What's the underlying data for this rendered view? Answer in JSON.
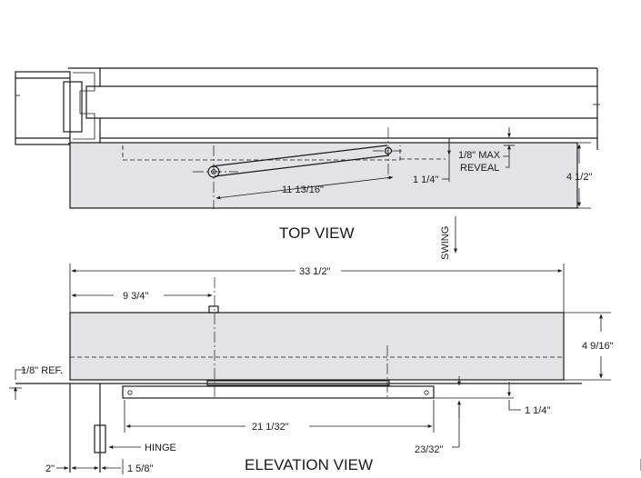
{
  "top_view": {
    "title": "TOP VIEW",
    "dims": {
      "reveal_line1": "1/8\" MAX",
      "reveal_line2": "REVEAL",
      "arm_length": "11 13/16\"",
      "height_offset": "1 1/4\"",
      "depth": "4 1/2\""
    }
  },
  "swing_label": "SWING",
  "elevation_view": {
    "title": "ELEVATION VIEW",
    "dims": {
      "overall_length": "33 1/2\"",
      "spindle_offset": "9 3/4\"",
      "height": "4 9/16\"",
      "ref": "1/8\" REF.",
      "track_drop": "1 1/4\"",
      "track_length": "21 1/32\"",
      "track_offset": "23/32\"",
      "hinge_offset_left": "2\"",
      "hinge_offset_right": "1 5/8\""
    },
    "hinge_label": "HINGE"
  }
}
